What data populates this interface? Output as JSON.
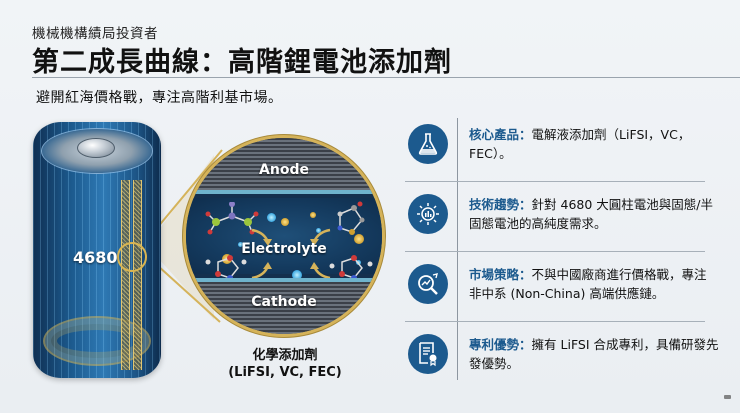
{
  "header": {
    "kicker": "機械機構績局投資者",
    "title": "第二成長曲線：高階鋰電池添加劑",
    "subtitle": "避開紅海價格戰，專注高階利基市場。"
  },
  "illustration": {
    "battery_label": "4680",
    "layers": {
      "anode": "Anode",
      "electrolyte": "Electrolyte",
      "cathode": "Cathode"
    },
    "caption_line1": "化學添加劑",
    "caption_line2": "(LiFSI, VC, FEC)"
  },
  "features": [
    {
      "icon": "flask-icon",
      "key": "核心產品",
      "colon": "：",
      "text": "電解液添加劑（LiFSI，VC，FEC）。"
    },
    {
      "icon": "gear-chart-icon",
      "key": "技術趨勢",
      "colon": "：",
      "text": "針對 4680 大圓柱電池與固態/半固態電池的高純度需求。"
    },
    {
      "icon": "magnifier-trend-icon",
      "key": "市場策略",
      "colon": "：",
      "text": "不與中國廠商進行價格戰，專注非中系 (Non-China) 高端供應鏈。"
    },
    {
      "icon": "certificate-icon",
      "key": "專利優勢",
      "colon": "：",
      "text": "擁有 LiFSI 合成專利，具備研發先發優勢。"
    }
  ],
  "colors": {
    "accent": "#1c5a8e",
    "gold": "#d5b35a",
    "background": "#eef1f4"
  }
}
